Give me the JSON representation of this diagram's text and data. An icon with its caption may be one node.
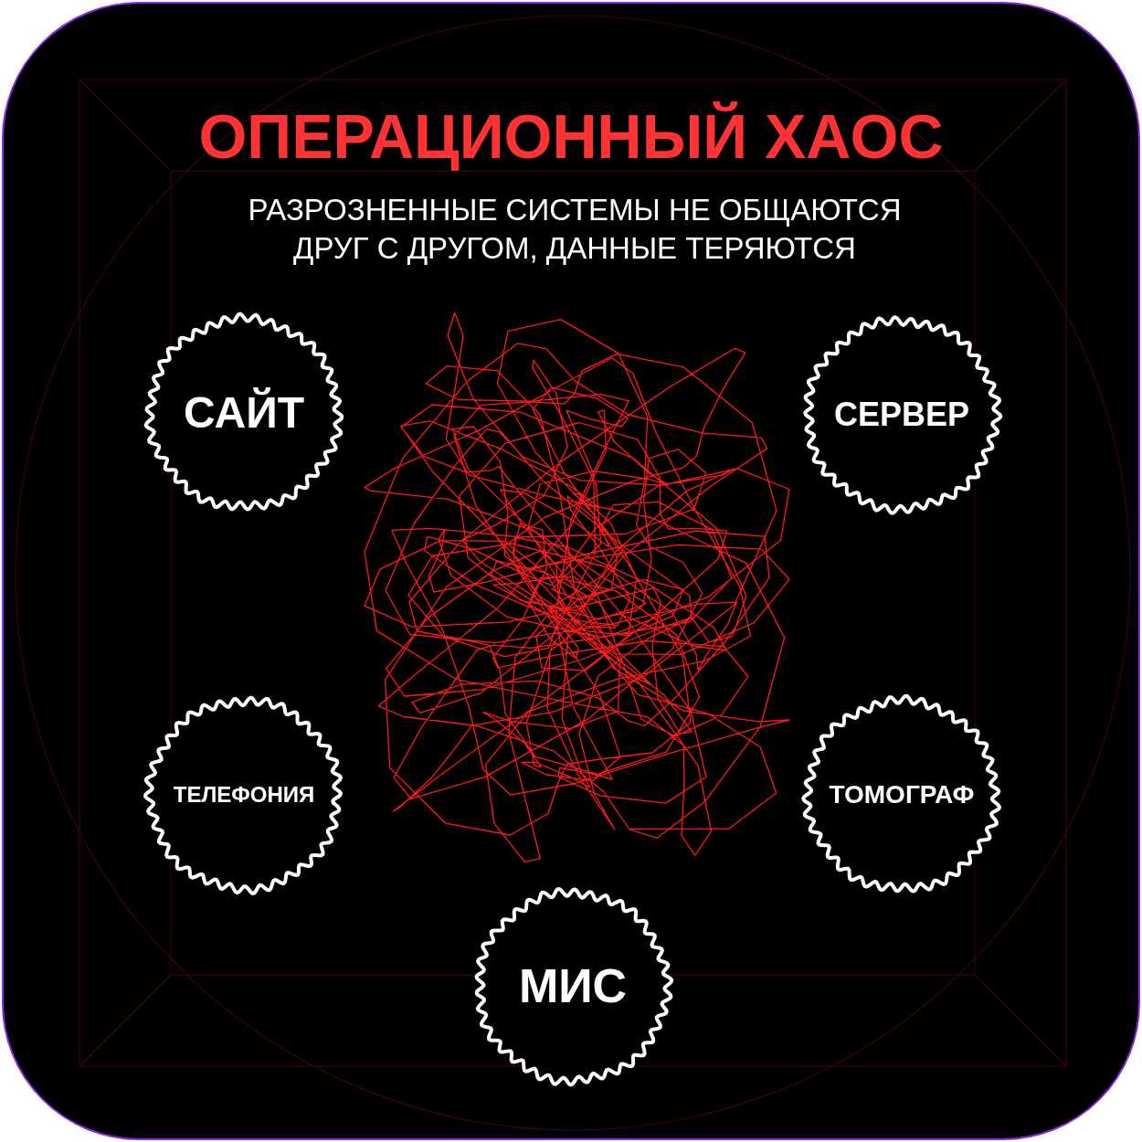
{
  "diagram": {
    "title": "ОПЕРАЦИОННЫЙ ХАОС",
    "nodes": [
      {
        "text": [
          "САЙТ"
        ]
      },
      {
        "text": [
          "СЕРВЕР"
        ]
      },
      {
        "text": [
          "ТЕЛЕФОНИЯ"
        ]
      },
      {
        "text": [
          "ТОМОГРАФ"
        ]
      },
      {
        "text": [
          "МИС"
        ]
      }
    ],
    "labels": [
      "РАЗРОЗНЕННЫЕ СИСТЕМЫ НЕ ОБЩАЮТСЯ ДРУГ С ДРУГОМ, ДАННЫЕ ТЕРЯЮТСЯ"
    ]
  }
}
